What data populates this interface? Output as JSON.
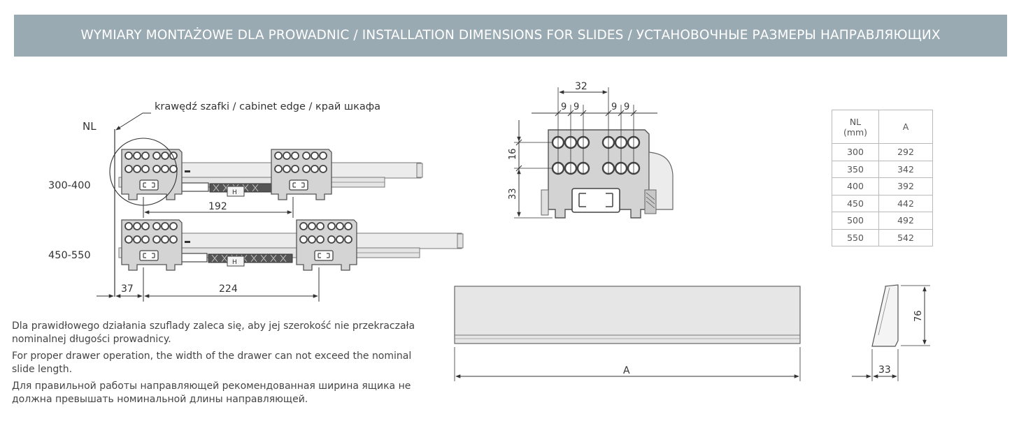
{
  "header": {
    "title": "WYMIARY MONTAŻOWE DLA PROWADNIC / INSTALLATION DIMENSIONS FOR SLIDES / УСТАНОВОЧНЫЕ РАЗМЕРЫ НАПРАВЛЯЮЩИХ"
  },
  "diagram": {
    "nl_label": "NL",
    "cabinet_edge_label": "krawędź szafki / cabinet edge / край шкафа",
    "range_small": "300-400",
    "range_large": "450-550",
    "dim_192": "192",
    "dim_37": "37",
    "dim_224": "224",
    "dim_32": "32",
    "dim_9a": "9",
    "dim_9b": "9",
    "dim_9c": "9",
    "dim_9d": "9",
    "dim_16": "16",
    "dim_33_side": "33",
    "dim_A": "A",
    "dim_76": "76",
    "dim_33_profile": "33",
    "slide_marker_1": "H",
    "slide_marker_2": "H"
  },
  "table": {
    "header_nl": "NL",
    "header_unit": "(mm)",
    "header_a": "A",
    "rows": [
      {
        "nl": "300",
        "a": "292"
      },
      {
        "nl": "350",
        "a": "342"
      },
      {
        "nl": "400",
        "a": "392"
      },
      {
        "nl": "450",
        "a": "442"
      },
      {
        "nl": "500",
        "a": "492"
      },
      {
        "nl": "550",
        "a": "542"
      }
    ]
  },
  "notes": {
    "pl": "Dla prawidłowego działania szuflady zaleca się, aby jej szerokość nie przekraczała nominalnej długości prowadnicy.",
    "en": "For proper drawer operation, the width of the drawer can not exceed the nominal slide length.",
    "ru": "Для правильной работы направляющей рекомендованная ширина ящика не должна превышать номинальной длины направляющей."
  }
}
